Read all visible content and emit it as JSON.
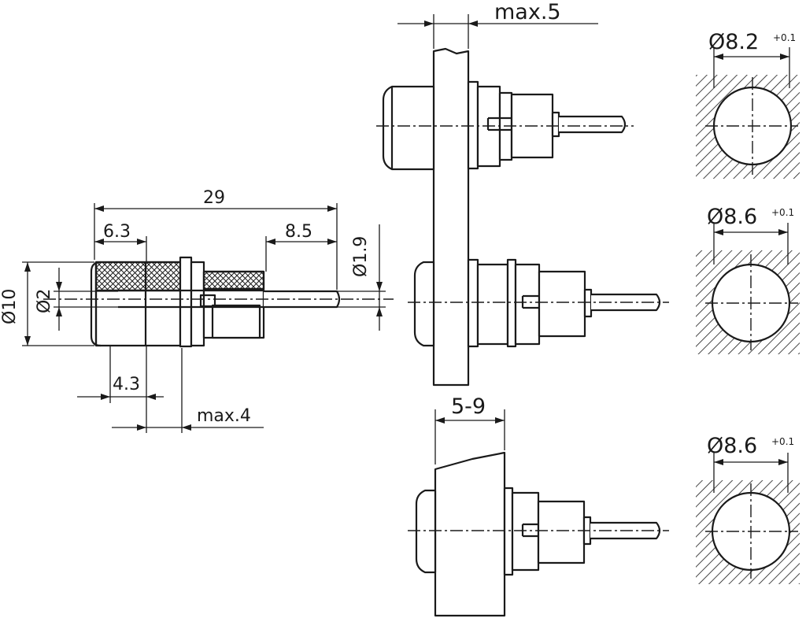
{
  "dimensions": {
    "overall_length": "29",
    "front_length": "6.3",
    "pin_length": "8.5",
    "body_diameter": "Ø10",
    "bore_diameter": "Ø2",
    "pin_diameter": "Ø1.9",
    "collar_length": "4.3",
    "max_panel_side": "max.4",
    "max_panel": "max.5",
    "panel_range": "5-9"
  },
  "holes": [
    {
      "diameter": "Ø8.2",
      "tolerance": "+0.1"
    },
    {
      "diameter": "Ø8.6",
      "tolerance": "+0.1"
    },
    {
      "diameter": "Ø8.6",
      "tolerance": "+0.1"
    }
  ],
  "colors": {
    "line": "#1a1a1a",
    "fill": "#ffffff"
  }
}
